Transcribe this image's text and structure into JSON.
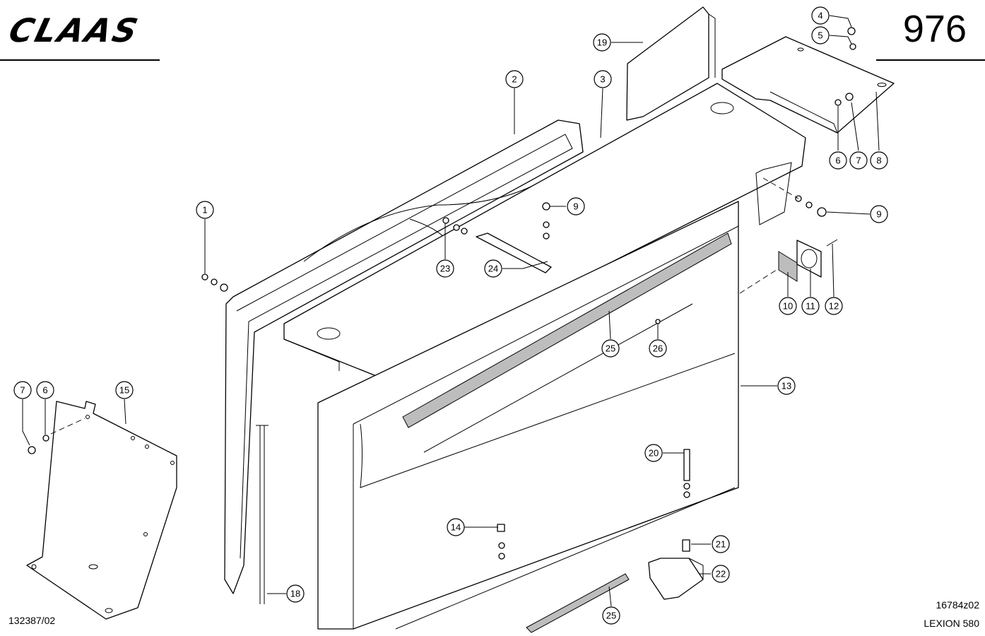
{
  "header": {
    "brand": "CLAAS",
    "page_number": "976"
  },
  "footer": {
    "doc_number": "132387/02",
    "drawing_id": "16784z02",
    "model": "LEXION 580"
  },
  "callouts": [
    {
      "label": "1"
    },
    {
      "label": "2"
    },
    {
      "label": "3"
    },
    {
      "label": "4"
    },
    {
      "label": "5"
    },
    {
      "label": "6"
    },
    {
      "label": "7"
    },
    {
      "label": "8"
    },
    {
      "label": "9"
    },
    {
      "label": "9"
    },
    {
      "label": "10"
    },
    {
      "label": "11"
    },
    {
      "label": "12"
    },
    {
      "label": "13"
    },
    {
      "label": "14"
    },
    {
      "label": "15"
    },
    {
      "label": "18"
    },
    {
      "label": "19"
    },
    {
      "label": "20"
    },
    {
      "label": "21"
    },
    {
      "label": "22"
    },
    {
      "label": "23"
    },
    {
      "label": "24"
    },
    {
      "label": "25"
    },
    {
      "label": "25"
    },
    {
      "label": "26"
    },
    {
      "label": "7"
    },
    {
      "label": "6"
    }
  ]
}
